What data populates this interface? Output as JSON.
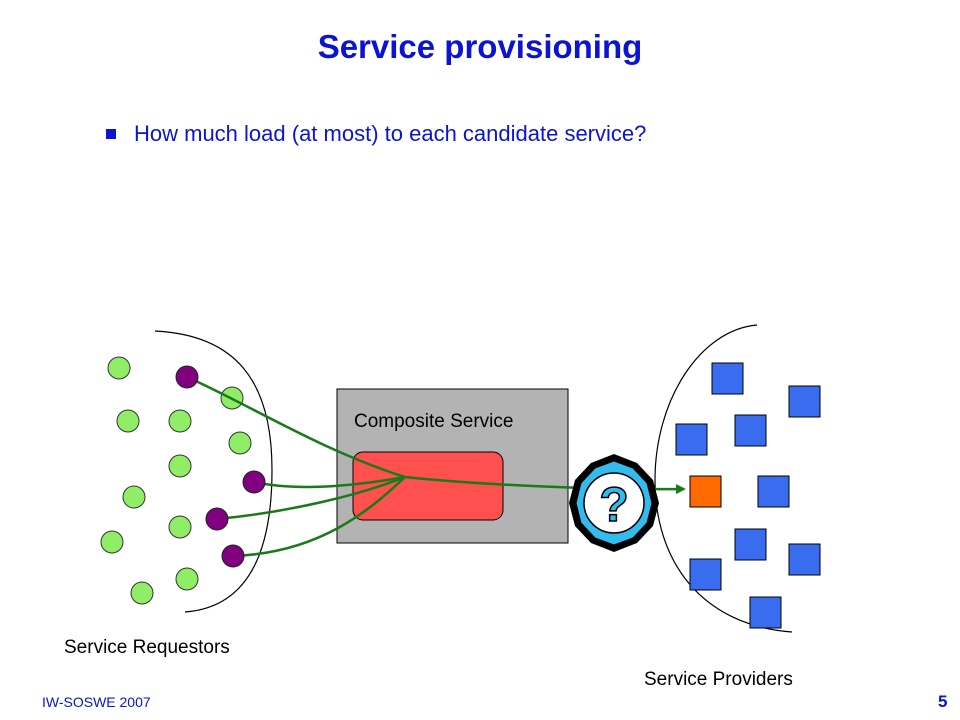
{
  "slide": {
    "title": "Service provisioning",
    "bullet": "How much load (at most) to each candidate service?",
    "footer_left": "IW-SOSWE 2007",
    "page_number": "5"
  },
  "diagram": {
    "composite_label": "Composite Service",
    "requestors_label": "Service Requestors",
    "providers_label": "Service Providers",
    "question_mark": "?",
    "colors": {
      "title": "#0a14d2",
      "requestor_idle": "#90ee66",
      "requestor_active": "#800080",
      "composite_box": "#b3b3b3",
      "composite_core": "#ff5050",
      "provider": "#3a6cf0",
      "provider_selected": "#ff6a00",
      "flow_arrow": "#1a7a1a",
      "question_badge": "#33bbee"
    }
  }
}
